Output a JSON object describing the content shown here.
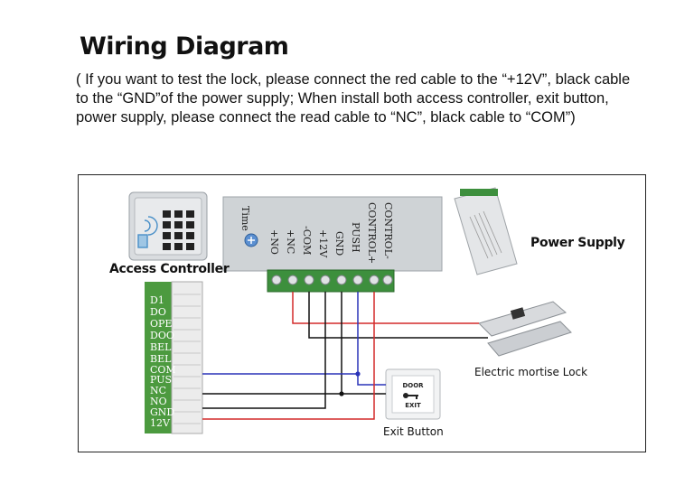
{
  "title": "Wiring Diagram",
  "description": [
    "( If you want to test the lock, please connect the red cable to the “+12V”, black cable",
    "to the “GND”of the power supply; When install both access controller, exit button,",
    "power supply, please connect the read cable to “NC”, black cable to “COM”)"
  ],
  "labels": {
    "access_controller": "Access Controller",
    "power_supply": "Power Supply",
    "lock": "Electric mortise Lock",
    "exit_button": "Exit Button"
  },
  "power_box": {
    "time_label": "Time",
    "terminals": [
      "CONTROL-",
      "CONTROL+",
      "PUSH",
      "GND",
      "+12V",
      "-COM",
      "+NC",
      "+NO"
    ]
  },
  "controller_pins": [
    "D1",
    "DO",
    "OPE",
    "DOO",
    "BEL",
    "BEL",
    "COM",
    "PUS",
    "NC",
    "NO",
    "GND",
    "12V"
  ],
  "exit_button": {
    "line1": "DOOR",
    "line2": "EXIT"
  },
  "colors": {
    "red_wire": "#d42a2a",
    "black_wire": "#111111",
    "blue_wire": "#2a33b8",
    "terminal_green": "#3d8f3d"
  }
}
